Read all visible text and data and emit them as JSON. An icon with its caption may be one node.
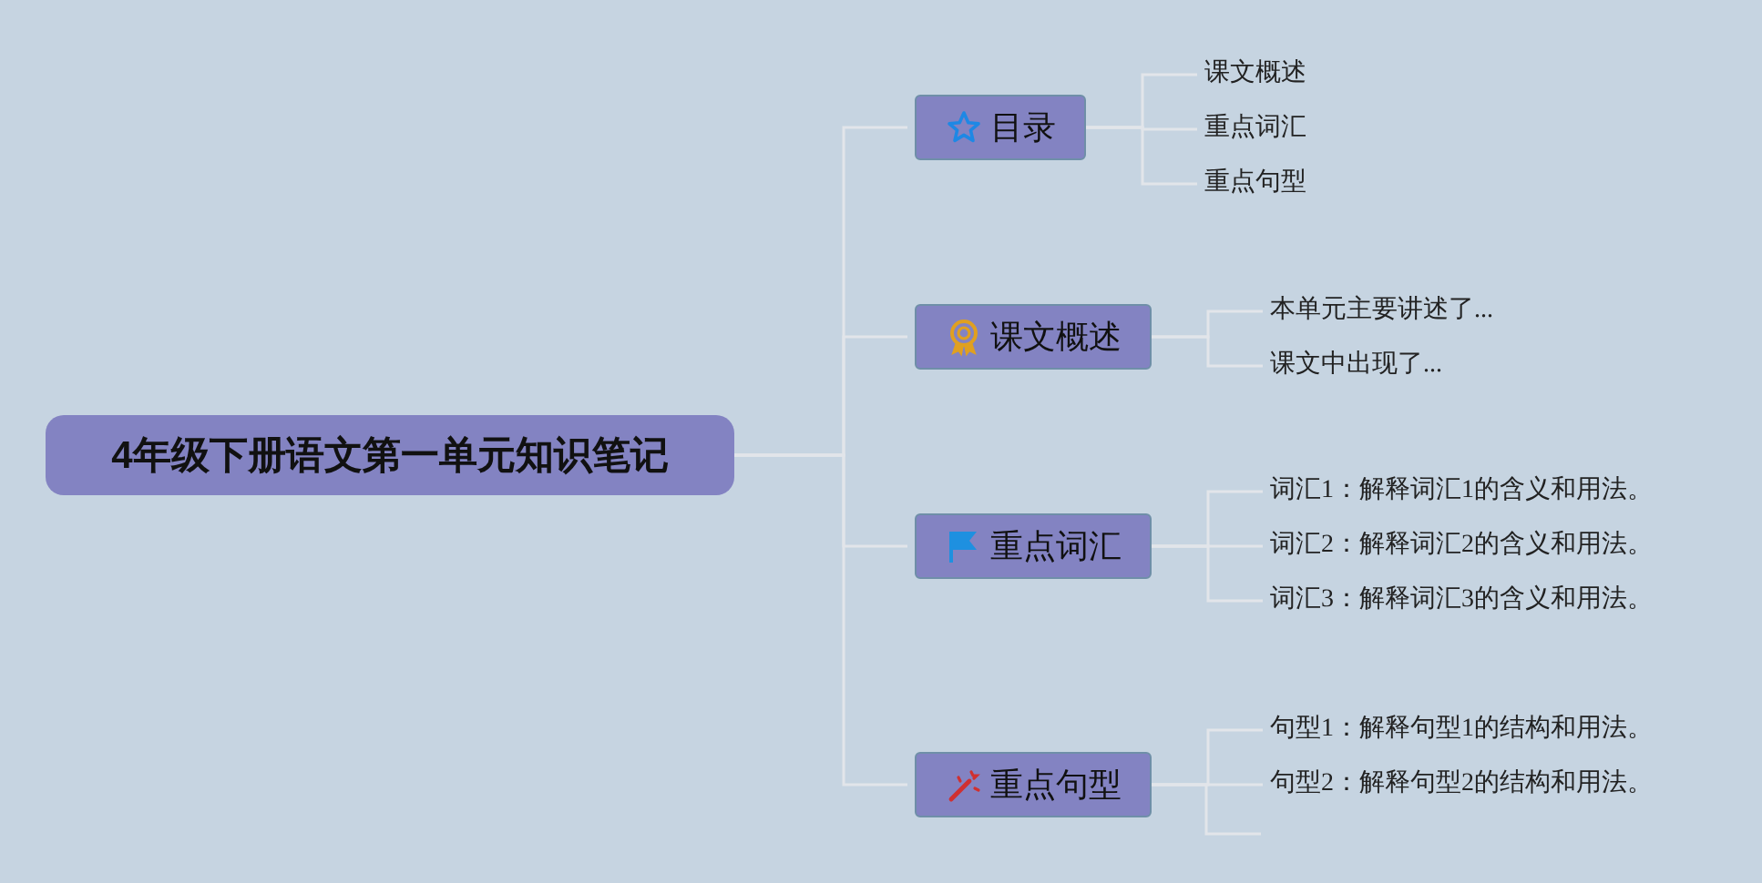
{
  "diagram": {
    "nodes": [
      {
        "text": [
          "4年级下册语文第一单元知识笔记"
        ]
      },
      {
        "text": [
          "目录"
        ]
      },
      {
        "text": [
          "课文概述"
        ]
      },
      {
        "text": [
          "重点词汇"
        ]
      },
      {
        "text": [
          "重点句型"
        ]
      },
      {
        "text": [
          "课文概述"
        ]
      },
      {
        "text": [
          "本单元主要讲述了..."
        ]
      },
      {
        "text": [
          "课文中出现了..."
        ]
      },
      {
        "text": [
          "重点词汇"
        ]
      },
      {
        "text": [
          "词汇1：解释词汇1的含义和用法。"
        ]
      },
      {
        "text": [
          "词汇2：解释词汇2的含义和用法。"
        ]
      },
      {
        "text": [
          "词汇3：解释词汇3的含义和用法。"
        ]
      },
      {
        "text": [
          "重点句型"
        ]
      },
      {
        "text": [
          "句型1：解释句型1的结构和用法。"
        ]
      },
      {
        "text": [
          "句型2：解释句型2的结构和用法。"
        ]
      }
    ],
    "edges": [
      {
        "from": 0,
        "to": 1,
        "arrow": "none"
      },
      {
        "from": 0,
        "to": 5,
        "arrow": "none"
      },
      {
        "from": 0,
        "to": 8,
        "arrow": "none"
      },
      {
        "from": 0,
        "to": 12,
        "arrow": "none"
      },
      {
        "from": 1,
        "to": 2,
        "arrow": "none"
      },
      {
        "from": 1,
        "to": 3,
        "arrow": "none"
      },
      {
        "from": 1,
        "to": 4,
        "arrow": "none"
      },
      {
        "from": 5,
        "to": 6,
        "arrow": "none"
      },
      {
        "from": 5,
        "to": 7,
        "arrow": "none"
      },
      {
        "from": 8,
        "to": 9,
        "arrow": "none"
      },
      {
        "from": 8,
        "to": 10,
        "arrow": "none"
      },
      {
        "from": 8,
        "to": 11,
        "arrow": "none"
      },
      {
        "from": 12,
        "to": 13,
        "arrow": "none"
      },
      {
        "from": 12,
        "to": 14,
        "arrow": "none"
      },
      {
        "from": 12,
        "to": null,
        "arrow": "none"
      }
    ]
  }
}
